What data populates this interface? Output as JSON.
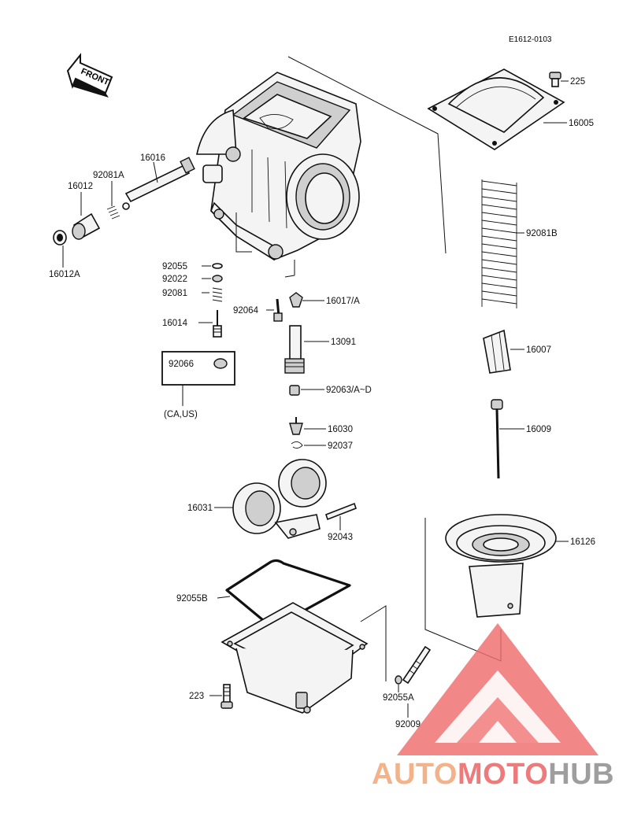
{
  "diagram_code": "E1612-0103",
  "front_arrow": "FRONT",
  "box_note": "(CA,US)",
  "watermark": {
    "part1": "AUTO",
    "part2": "MOTO",
    "part3": "HUB",
    "color1": "#f3b38a",
    "color2": "#ee7b7b",
    "color3": "#9e9e9e"
  },
  "labels": {
    "p225": "225",
    "p16005": "16005",
    "p92081B": "92081B",
    "p16007": "16007",
    "p16009": "16009",
    "p16126": "16126",
    "p16016": "16016",
    "p92081A": "92081A",
    "p16012": "16012",
    "p16012A": "16012A",
    "p92055": "92055",
    "p92022": "92022",
    "p92081": "92081",
    "p16014": "16014",
    "p92066": "92066",
    "p92064": "92064",
    "p16017A": "16017/A",
    "p13091": "13091",
    "p92063": "92063/A~D",
    "p16030": "16030",
    "p92037": "92037",
    "p16031": "16031",
    "p92043": "92043",
    "p92055B": "92055B",
    "p223": "223",
    "p92055A": "92055A",
    "p92009": "92009"
  }
}
